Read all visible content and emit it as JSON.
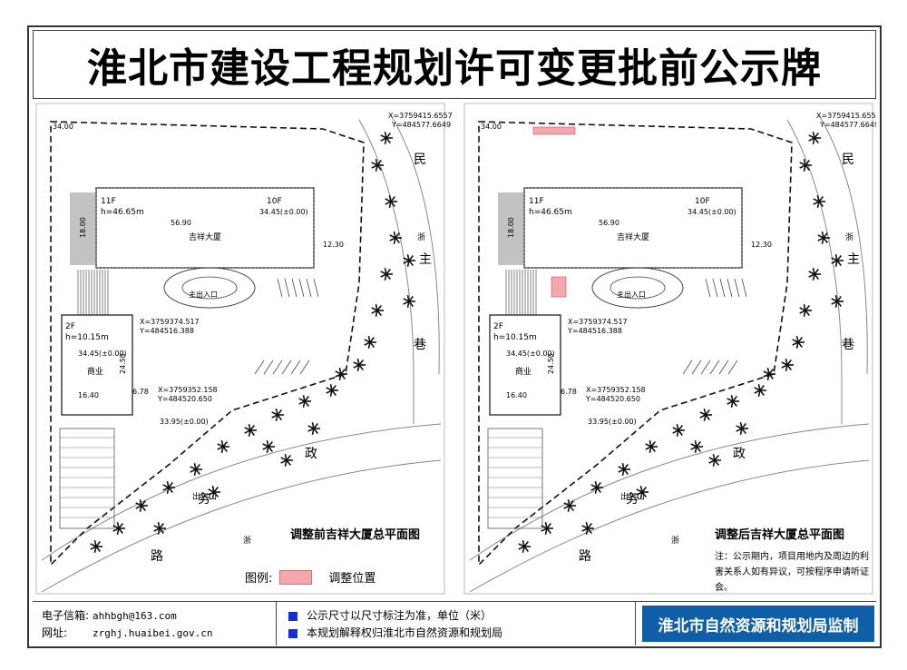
{
  "title": "淮北市建设工程规划许可变更批前公示牌",
  "plans": {
    "before_caption": "调整前吉祥大厦总平面图",
    "after_caption": "调整后吉祥大厦总平面图",
    "building_name": "吉祥大厦",
    "tower_floors_left": "11F",
    "tower_floors_right": "10F",
    "tower_height": "h=46.65m",
    "podium_floors": "2F",
    "podium_height": "h=10.15m",
    "podium_use": "商业",
    "elevation_label": "34.45(±0.00)",
    "elevation_label_2": "33.95(±0.00)",
    "coord_top_x": "X=3759415.6557",
    "coord_top_y": "Y=484577.6649",
    "coord_mid_x": "X=3759374.517",
    "coord_mid_y": "Y=484516.388",
    "coord_low_x": "X=3759352.158",
    "coord_low_y": "Y=484520.650",
    "dim_56_90": "56.90",
    "dim_24_50": "24.50",
    "dim_16_40": "16.40",
    "dim_12_30": "12.30",
    "dim_18_00": "18.00",
    "dim_34_00": "34.00",
    "dim_6_78": "6.78",
    "entrance_label": "主出入口",
    "gate_label": "出入口",
    "road_name_h": [
      "政",
      "务",
      "新",
      "路"
    ],
    "road_name_v": [
      "民",
      "主",
      "巷"
    ],
    "road_name_v2": "浙"
  },
  "legend": {
    "label": "图例:",
    "item": "调整位置",
    "color": "#f4a7ae"
  },
  "note": "注：公示期内，项目用地内及周边的利害关系人如有异议，可按程序申请听证会。",
  "footer": {
    "email_label": "电子信箱:",
    "email": "ahhbgh@163.com",
    "web_label": "网址:",
    "web": "zrghj.huaibei.gov.cn",
    "bullet_1": "公示尺寸以尺寸标注为准，单位（米）",
    "bullet_2": "本规划解释权归淮北市自然资源和规划局",
    "supervisor": "淮北市自然资源和规划局监制",
    "supervisor_color": "#0f5ea8"
  }
}
